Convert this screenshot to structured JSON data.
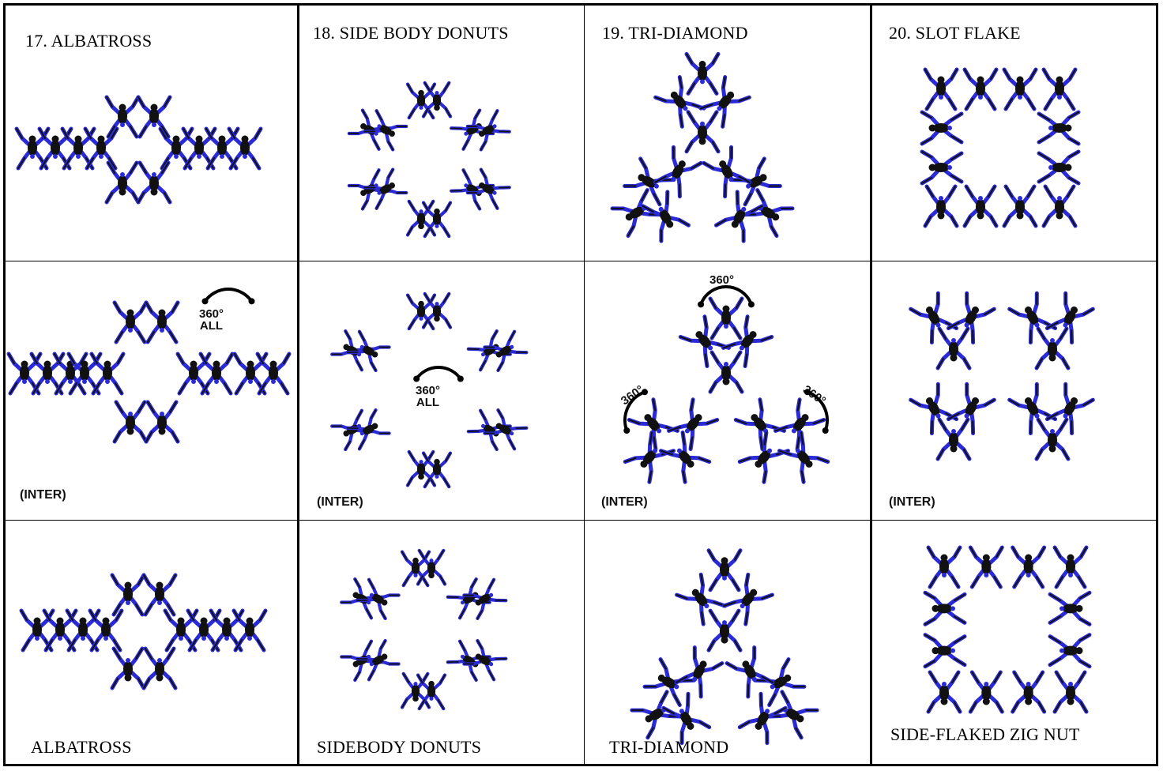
{
  "cells": {
    "c17_title": "17. ALBATROSS",
    "c18_title": "18. SIDE BODY DONUTS",
    "c19_title": "19. TRI-DIAMOND",
    "c20_title": "20. SLOT FLAKE",
    "c17_inter": "(INTER)",
    "c18_inter": "(INTER)",
    "c19_inter": "(INTER)",
    "c20_inter": "(INTER)",
    "c17_final": "ALBATROSS",
    "c18_final": "SIDEBODY DONUTS",
    "c19_final": "TRI-DIAMOND",
    "c20_final": "SIDE-FLAKED ZIG NUT"
  },
  "rotation": {
    "deg": "360°",
    "all": "ALL"
  },
  "colors": {
    "jumpsuit": "#2a2ad6",
    "body": "#111111",
    "border": "#000000"
  }
}
